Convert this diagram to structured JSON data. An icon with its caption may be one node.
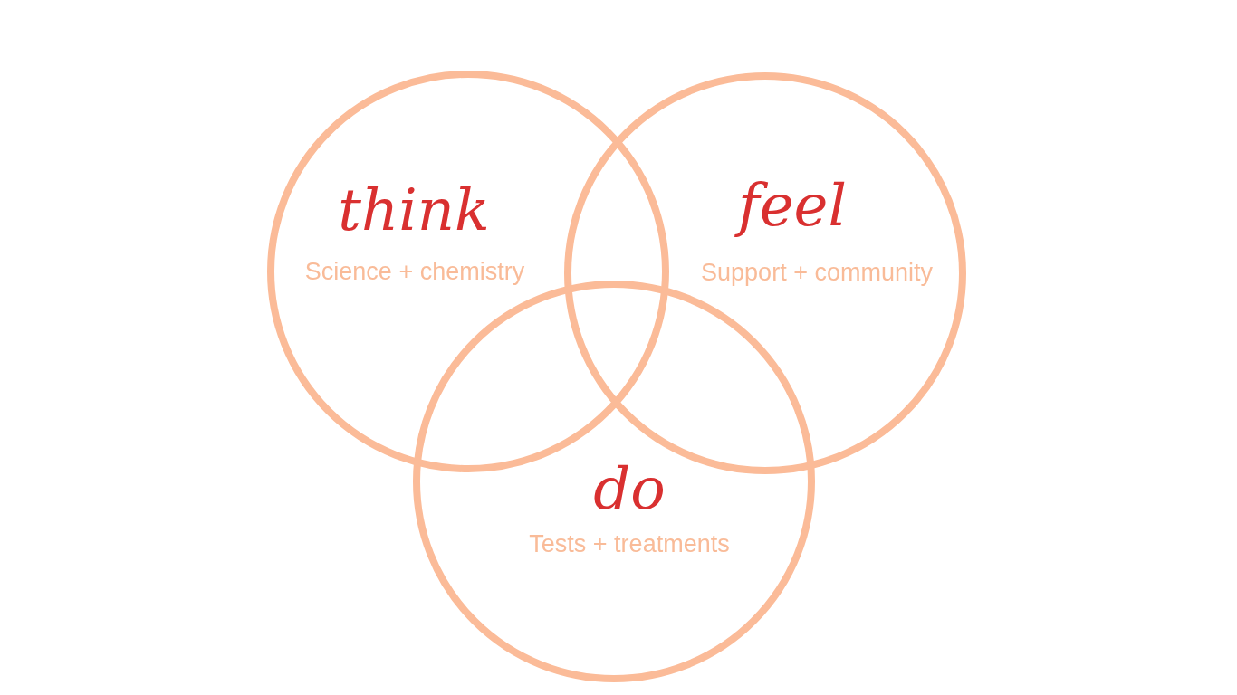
{
  "diagram": {
    "nodes": [
      {
        "text": [
          "think",
          "Science + chemistry"
        ]
      },
      {
        "text": [
          "feel",
          "Support + community"
        ]
      },
      {
        "text": [
          "do",
          "Tests + treatments"
        ]
      }
    ]
  }
}
